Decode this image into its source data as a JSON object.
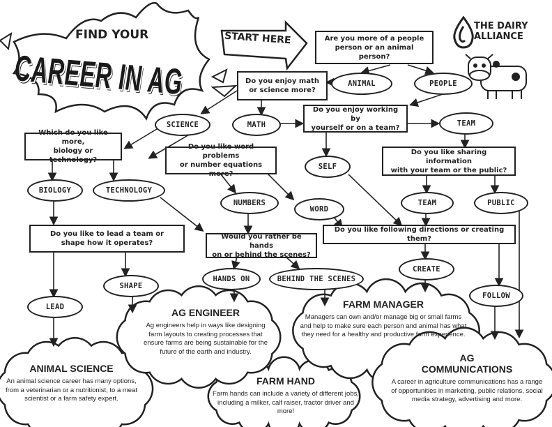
{
  "header": {
    "title_small": "FIND YOUR",
    "title_large": "CAREER IN AG",
    "start": "START HERE"
  },
  "brand": {
    "line1": "THE DAIRY",
    "line2": "ALLIANCE"
  },
  "questions": {
    "q1": [
      "Are you more of a people",
      "person or an animal person?"
    ],
    "q2": [
      "Do you enjoy math",
      "or science more?"
    ],
    "q3": [
      "Do you enjoy working by",
      "yourself or on a team?"
    ],
    "q4": [
      "Which do you like more,",
      "biology or technology?"
    ],
    "q5": [
      "Do you like word problems",
      "or number equations more?"
    ],
    "q6": [
      "Do you like sharing information",
      "with your team or the public?"
    ],
    "q7": [
      "Do you like to lead a team or",
      "shape how it operates?"
    ],
    "q8": [
      "Would you rather be hands",
      "on or behind the scenes?"
    ],
    "q9": [
      "Do you like following directions or creating them?"
    ]
  },
  "options": {
    "animal": "ANIMAL",
    "people": "PEOPLE",
    "science": "SCIENCE",
    "math": "MATH",
    "team": "TEAM",
    "self": "SELF",
    "biology": "BIOLOGY",
    "technology": "TECHNOLOGY",
    "numbers": "NUMBERS",
    "word": "WORD",
    "team2": "TEAM",
    "public": "PUBLIC",
    "create": "CREATE",
    "shape": "SHAPE",
    "hands_on": "HANDS ON",
    "behind": "BEHIND THE SCENES",
    "follow": "FOLLOW",
    "lead": "LEAD"
  },
  "careers": {
    "ag_engineer": {
      "title": "AG ENGINEER",
      "desc": "Ag engineers help in ways like designing farm layouts to creating processes that ensure farms are being sustainable for the future of the earth and industry."
    },
    "animal_science": {
      "title": "ANIMAL SCIENCE",
      "desc": "An animal science career has many options, from a veterinarian or a nutritionist, to a meat scientist or a farm safety expert."
    },
    "farm_manager": {
      "title": "FARM MANAGER",
      "desc": "Managers can own and/or manage big or small farms and help to make sure each person and animal has what they need for a healthy and productive farm experience."
    },
    "farm_hand": {
      "title": "FARM HAND",
      "desc": "Farm hands can include a variety of different jobs, including a milker, calf raiser, tractor driver and more!"
    },
    "ag_communications": {
      "title": "AG COMMUNICATIONS",
      "desc": "A career in agriculture communications has a range of opportunities in marketing, public relations, social media strategy, advertising and more."
    }
  }
}
